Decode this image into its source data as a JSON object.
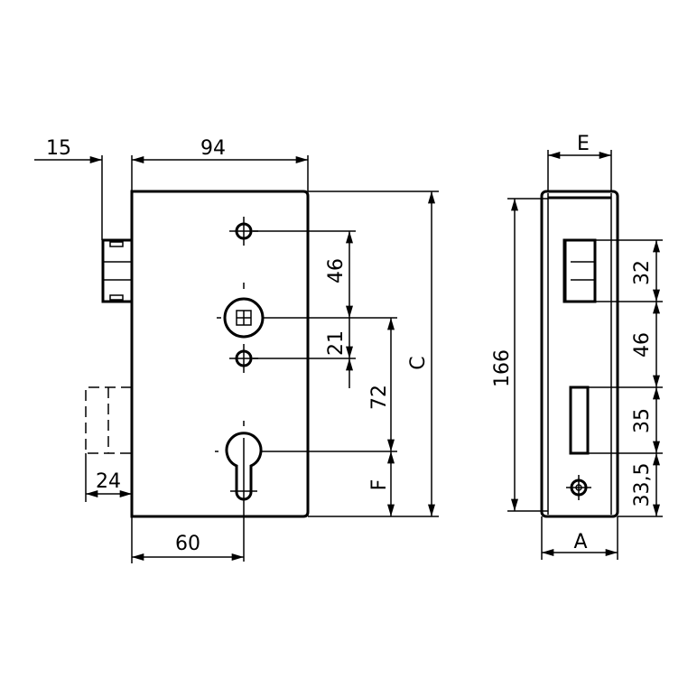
{
  "drawing": {
    "front_view": {
      "dim_backset_offset": "15",
      "dim_width": "94",
      "dim_hole_spacing_top": "46",
      "dim_hole_spacing_bottom": "21",
      "dim_spindle_to_cylinder": "72",
      "dim_cylinder_to_bottom": "F",
      "dim_height": "C",
      "dim_deadbolt_throw": "24",
      "dim_backset": "60"
    },
    "side_view": {
      "dim_case_depth": "E",
      "dim_total_height": "166",
      "dim_overall_depth": "A",
      "dim_latch_height": "32",
      "dim_latch_to_bolt": "46",
      "dim_bolt_height": "35",
      "dim_bolt_to_bottom": "33,5"
    }
  }
}
